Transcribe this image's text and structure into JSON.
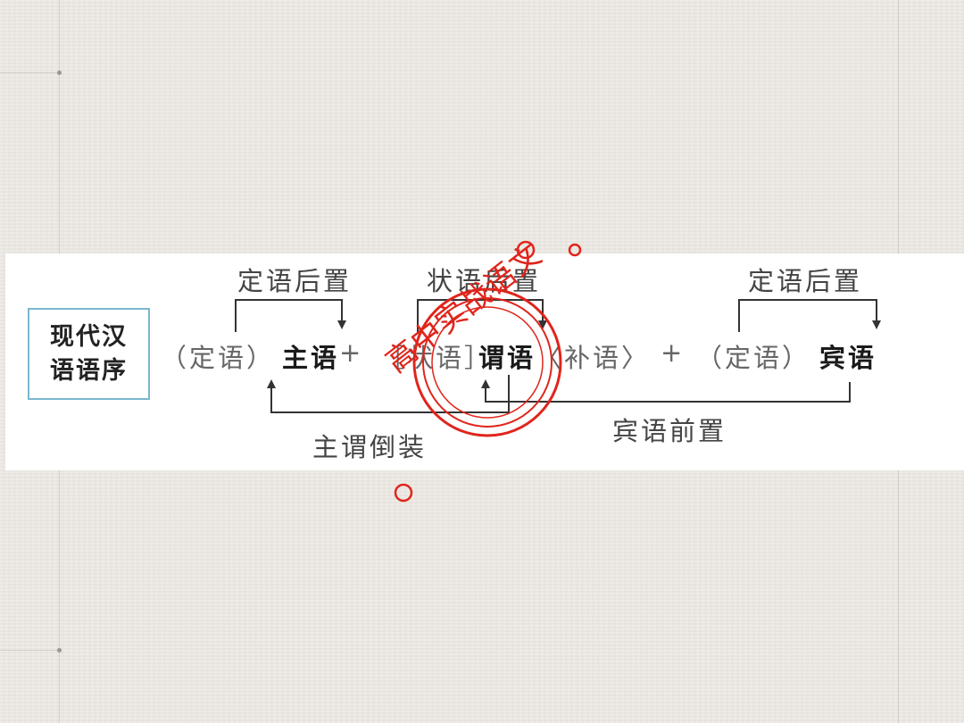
{
  "diagram": {
    "box_title": [
      "现代汉",
      "语语序"
    ],
    "top_labels": {
      "attr_post_1": "定语后置",
      "adv_post": "状语后置",
      "attr_post_2": "定语后置"
    },
    "sequence": {
      "paren1": "（定语）",
      "subject": "主语",
      "plus1": "+",
      "adverbial": "［状语］",
      "predicate": "谓语",
      "complement": "〈补语〉",
      "plus2": "+",
      "paren2": "（定语）",
      "object": "宾语"
    },
    "bottom_labels": {
      "inversion": "主谓倒装",
      "object_pre": "宾语前置"
    }
  },
  "stamp": {
    "text": "高中实战语文",
    "color": "#e0251c"
  },
  "colors": {
    "box_border": "#7bb7cf",
    "arrow": "#333333",
    "background": "#ece9e3"
  }
}
